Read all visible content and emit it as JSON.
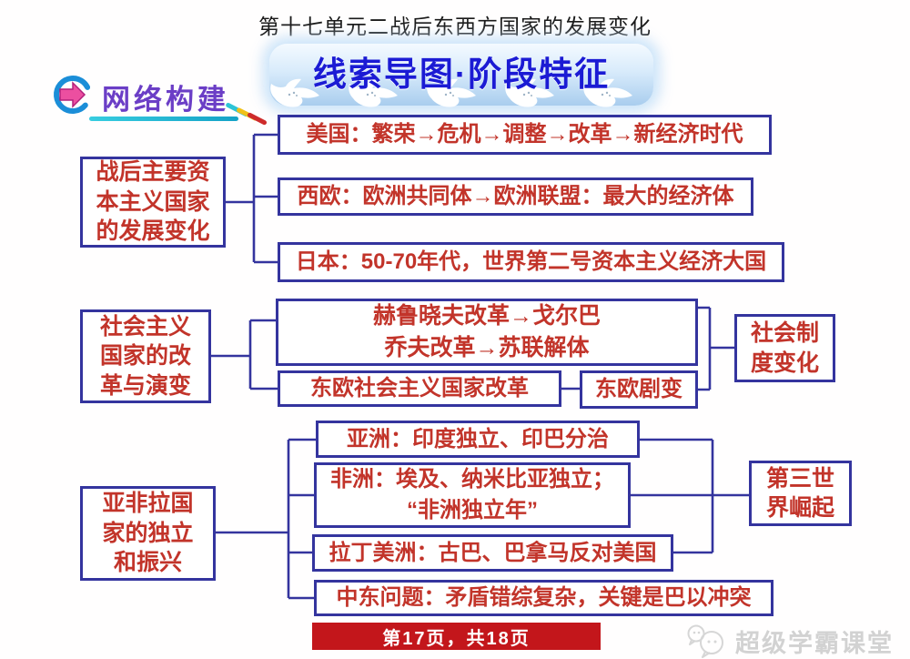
{
  "page": {
    "title": "第十七单元二战后东西方国家的发展变化",
    "banner_title": "线索导图·阶段特征",
    "section_label": "网络构建",
    "footer_page_indicator": "第17页，共18页",
    "watermark_brand": "超级学霸课堂"
  },
  "colors": {
    "box_border": "#34349e",
    "box_text": "#c2342a",
    "banner_text": "#1b1bd4",
    "section_label_text": "#6b3ec6",
    "footer_bar": "#c3161b",
    "footer_text": "#ffffff",
    "watermark_text": "#d2d2d2"
  },
  "diagram": {
    "groups": [
      {
        "parent_lines": [
          "战后主要资",
          "本主义国家",
          "的发展变化"
        ],
        "children": [
          {
            "text": "美国：繁荣→危机→调整→改革→新经济时代"
          },
          {
            "text": "西欧：欧洲共同体→欧洲联盟：最大的经济体"
          },
          {
            "text": "日本：50-70年代，世界第二号资本主义经济大国"
          }
        ]
      },
      {
        "parent_lines": [
          "社会主义",
          "国家的改",
          "革与演变"
        ],
        "children": [
          {
            "lines": [
              "赫鲁晓夫改革→戈尔巴",
              "乔夫改革→苏联解体"
            ]
          },
          {
            "text": "东欧社会主义国家改革"
          },
          {
            "text": "东欧剧变"
          }
        ],
        "result_lines": [
          "社会制",
          "度变化"
        ]
      },
      {
        "parent_lines": [
          "亚非拉国",
          "家的独立",
          "和振兴"
        ],
        "children": [
          {
            "text": "亚洲：印度独立、印巴分治"
          },
          {
            "lines": [
              "非洲：埃及、纳米比亚独立；",
              "“非洲独立年”"
            ]
          },
          {
            "text": "拉丁美洲：古巴、巴拿马反对美国"
          },
          {
            "text": "中东问题：矛盾错综复杂，关键是巴以冲突"
          }
        ],
        "result_lines": [
          "第三世",
          "界崛起"
        ]
      }
    ]
  }
}
